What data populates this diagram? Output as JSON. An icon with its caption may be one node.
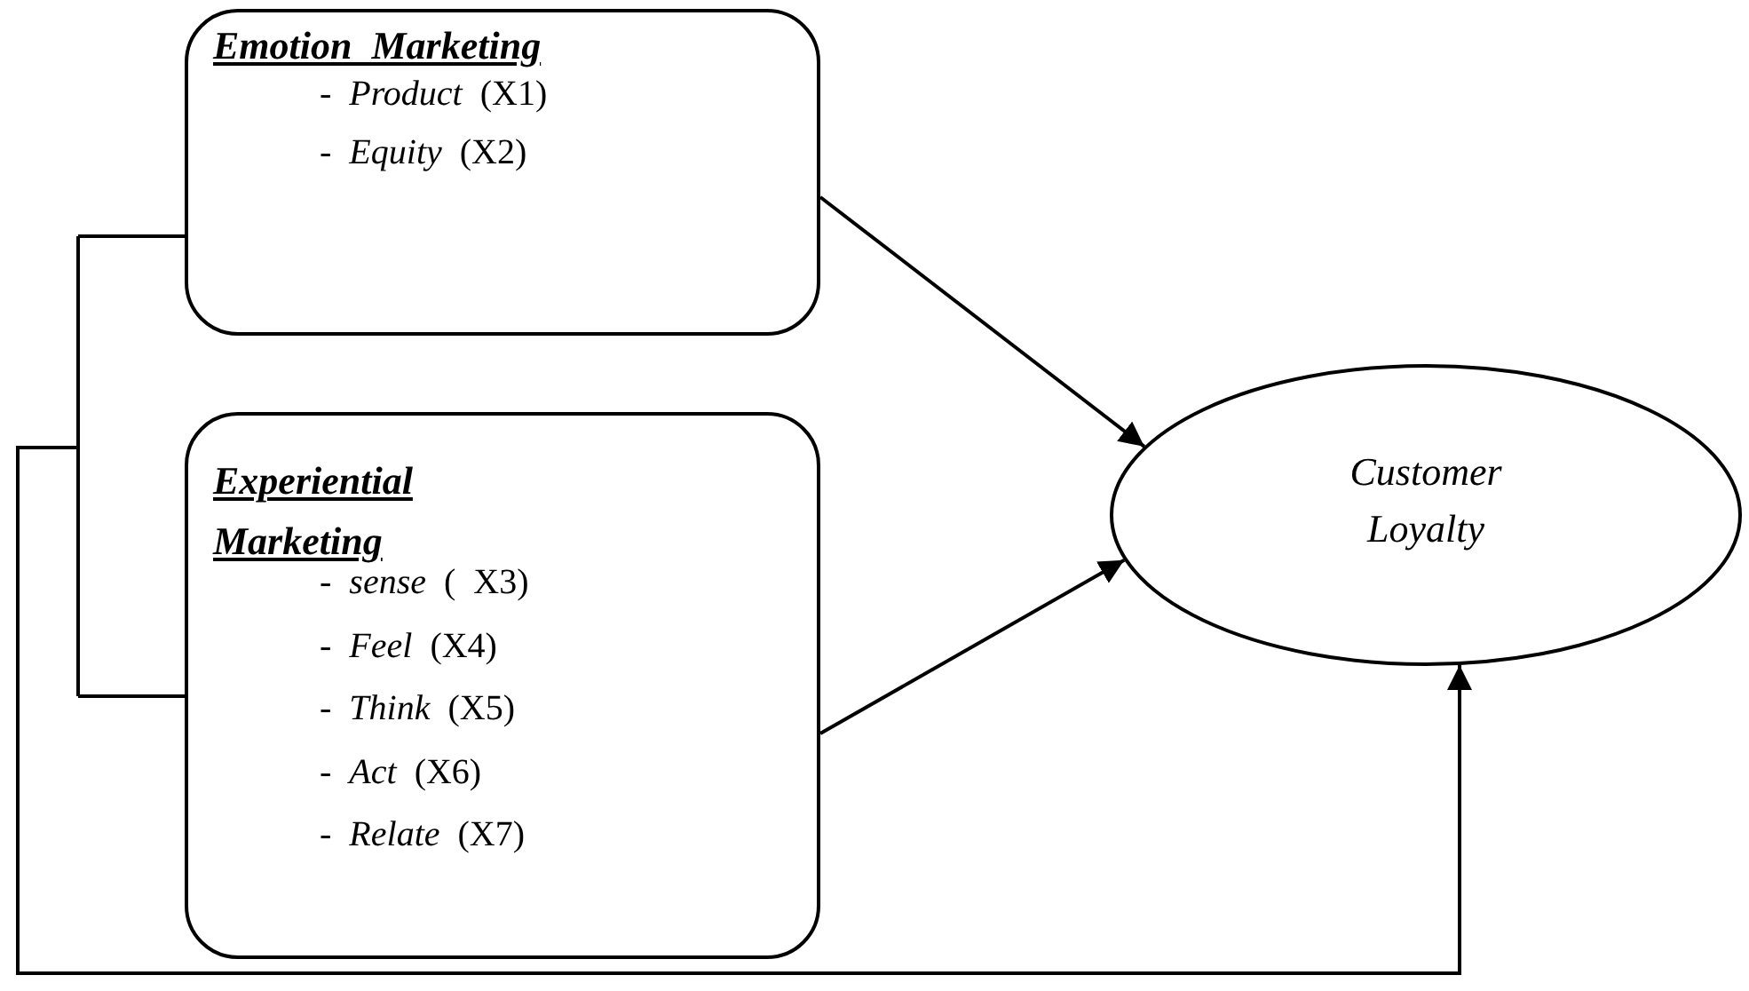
{
  "diagram": {
    "nodes": [
      {
        "text": [
          "Emotion Marketing",
          "- *Product* (X1)",
          "- *Equity* (X2)"
        ]
      },
      {
        "text": [
          "Experiential Marketing",
          "- *sense* ( X3)",
          "- *Feel* (X4)",
          "- *Think* (X5)",
          "- *Act* (X6)",
          "- *Relate* (X7)"
        ]
      },
      {
        "text": [
          "Customer Loyalty"
        ]
      }
    ],
    "edges": [
      {
        "from": 0,
        "to": 2,
        "arrow": "to"
      },
      {
        "from": 1,
        "to": 2,
        "arrow": "to"
      },
      {
        "from": 0,
        "to": 2,
        "arrow": "to"
      },
      {
        "from": 1,
        "to": 2,
        "arrow": "to"
      }
    ]
  }
}
